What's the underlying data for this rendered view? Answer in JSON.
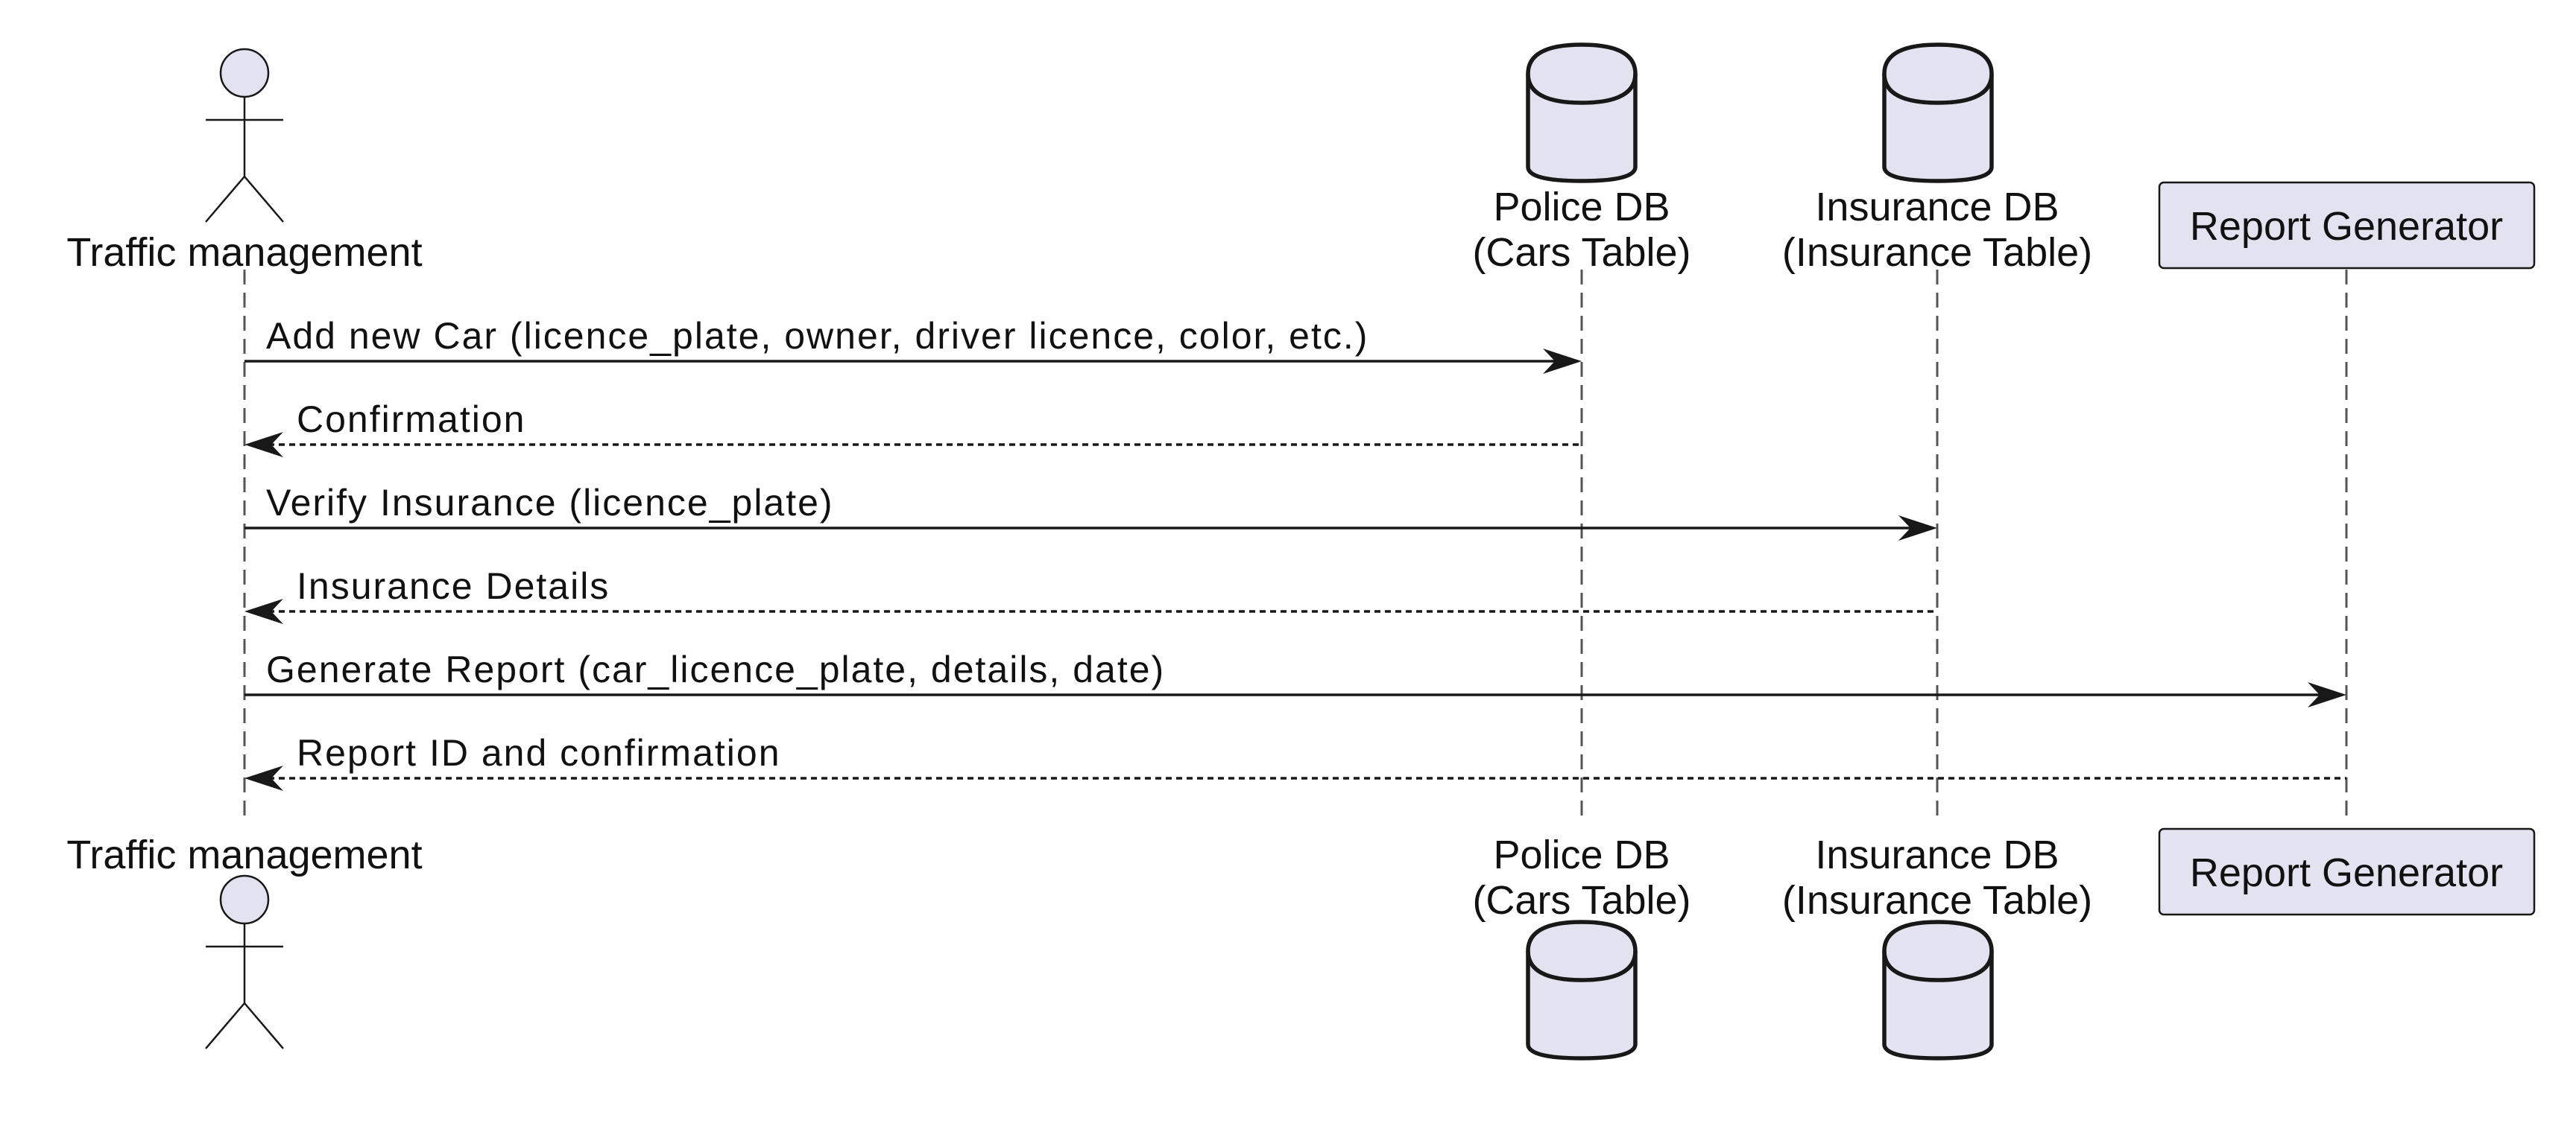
{
  "colors": {
    "participant_fill": "#E2E2F0",
    "line": "#181818"
  },
  "participants": [
    {
      "id": "traffic",
      "kind": "actor",
      "label": "Traffic management"
    },
    {
      "id": "police",
      "kind": "database",
      "label_line1": "Police DB",
      "label_line2": "(Cars Table)"
    },
    {
      "id": "insurance",
      "kind": "database",
      "label_line1": "Insurance DB",
      "label_line2": "(Insurance Table)"
    },
    {
      "id": "report",
      "kind": "participant",
      "label": "Report Generator"
    }
  ],
  "messages": [
    {
      "from": "traffic",
      "to": "police",
      "style": "solid",
      "label": "Add new Car (licence_plate, owner, driver licence, color, etc.)"
    },
    {
      "from": "police",
      "to": "traffic",
      "style": "dotted",
      "label": "Confirmation"
    },
    {
      "from": "traffic",
      "to": "insurance",
      "style": "solid",
      "label": "Verify Insurance (licence_plate)"
    },
    {
      "from": "insurance",
      "to": "traffic",
      "style": "dotted",
      "label": "Insurance Details"
    },
    {
      "from": "traffic",
      "to": "report",
      "style": "solid",
      "label": "Generate Report (car_licence_plate, details, date)"
    },
    {
      "from": "report",
      "to": "traffic",
      "style": "dotted",
      "label": "Report ID and confirmation"
    }
  ]
}
